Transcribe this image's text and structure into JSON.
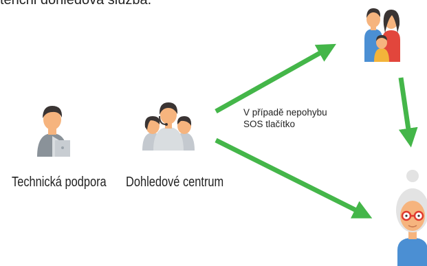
{
  "header_text": "tehcni dohledova sluzba.",
  "nodes": {
    "technical_support": {
      "label": "Technická podpora",
      "icon": "technician-laptop-icon"
    },
    "monitoring_center": {
      "label": "Dohledové centrum",
      "icon": "call-center-operators-icon"
    },
    "family": {
      "icon": "family-icon"
    },
    "senior": {
      "icon": "senior-woman-icon"
    }
  },
  "edge_note": {
    "line1": "V případě nepohybu",
    "line2": "SOS tlačítko"
  },
  "colors": {
    "arrow": "#44b649",
    "skin": "#f6b47e",
    "hair_dark": "#3a3433",
    "shirt_gray": "#8a9299",
    "shirt_blue": "#4b8fd3",
    "shirt_red": "#e2463c",
    "hair_gray": "#e3e3e3",
    "glasses": "#e03a2f",
    "text": "#222222"
  }
}
